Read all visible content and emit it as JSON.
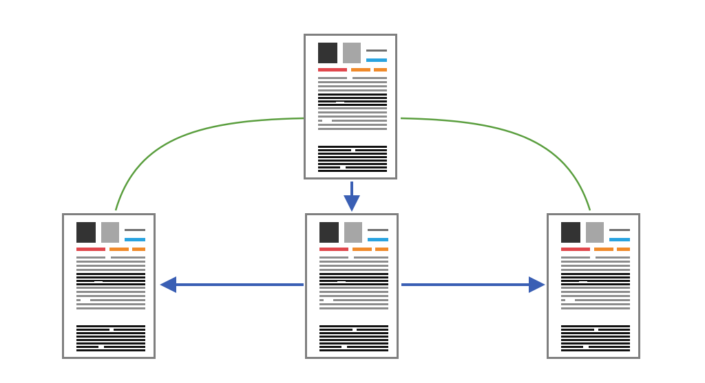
{
  "diagram": {
    "nodes": [
      {
        "id": "top-document",
        "role": "source"
      },
      {
        "id": "left-document",
        "role": "target"
      },
      {
        "id": "center-document",
        "role": "intermediate"
      },
      {
        "id": "right-document",
        "role": "target"
      }
    ],
    "edges": [
      {
        "from": "top-document",
        "to": "left-document",
        "style": "curve",
        "color": "#5a9e3e",
        "arrow": false
      },
      {
        "from": "top-document",
        "to": "right-document",
        "style": "curve",
        "color": "#5a9e3e",
        "arrow": false
      },
      {
        "from": "top-document",
        "to": "center-document",
        "style": "arrow",
        "color": "#3a5fb4",
        "arrow": true
      },
      {
        "from": "center-document",
        "to": "left-document",
        "style": "arrow",
        "color": "#3a5fb4",
        "arrow": true
      },
      {
        "from": "center-document",
        "to": "right-document",
        "style": "arrow",
        "color": "#3a5fb4",
        "arrow": true
      }
    ]
  },
  "colors": {
    "doc_border": "#7f7f7f",
    "dark_block": "#333333",
    "gray_block": "#a6a6a6",
    "header_line": "#6f6f6f",
    "blue_tag": "#29a3e0",
    "red_tag": "#e0474c",
    "orange_tag": "#f08a2a",
    "text_line": "#8c8c8c",
    "bold_line": "#111111",
    "green_connector": "#5a9e3e",
    "blue_arrow": "#3a5fb4"
  },
  "icons": [
    "document-icon"
  ]
}
